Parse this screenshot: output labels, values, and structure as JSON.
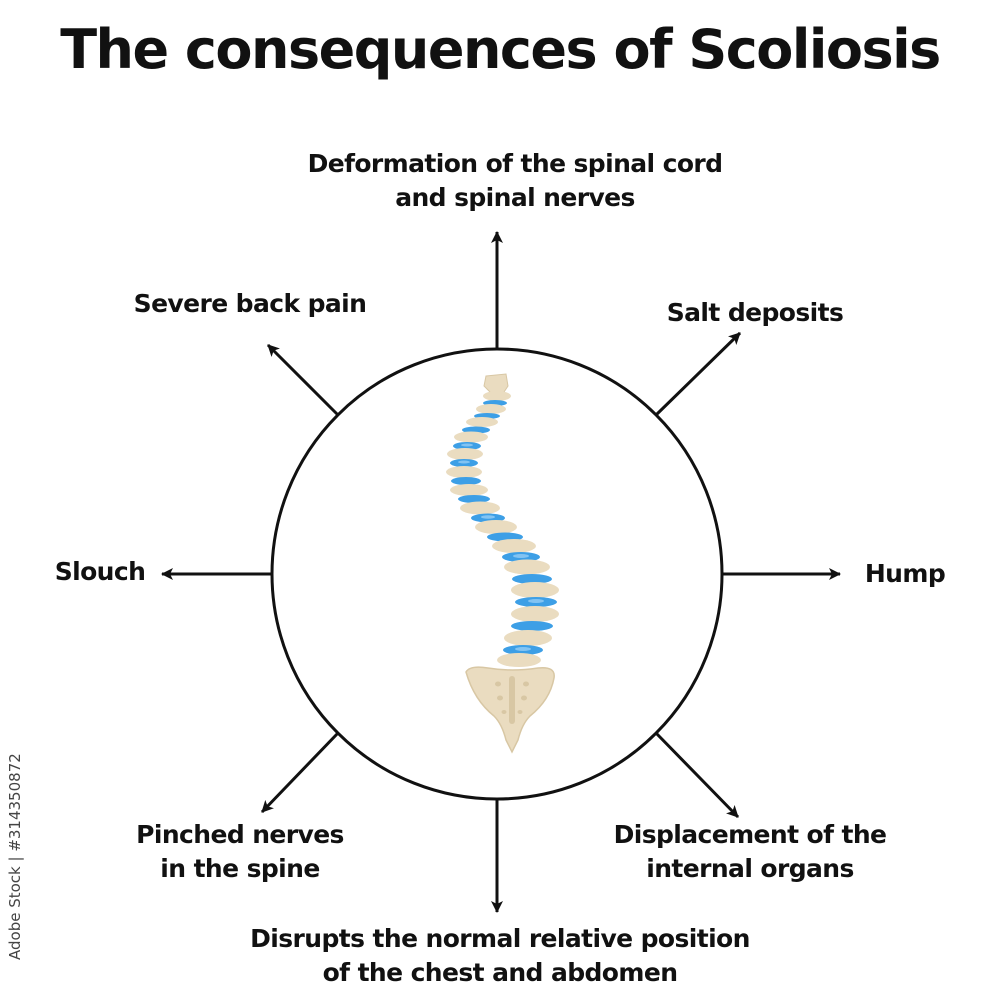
{
  "title": "The consequences of Scoliosis",
  "consequences": {
    "top": [
      "Deformation of the spinal cord",
      "and spinal nerves"
    ],
    "top_left": "Severe back pain",
    "top_right": "Salt deposits",
    "left": "Slouch",
    "right": "Hump",
    "bottom_left": [
      "Pinched nerves",
      "in the spine"
    ],
    "bottom_right": [
      "Displacement of the",
      "internal organs"
    ],
    "bottom": [
      "Disrupts the normal relative position",
      "of the chest and abdomen"
    ]
  },
  "watermark_text": "Adobe Stock | #314350872",
  "colors": {
    "bone": "#eadcc0",
    "bone_shadow": "#d8c7a4",
    "disc": "#3d9fe6",
    "disc_light": "#8fcaf5",
    "line": "#111111"
  },
  "icons": {
    "center": "scoliosis-spine-illustration",
    "arrows": "arrow-icon"
  }
}
